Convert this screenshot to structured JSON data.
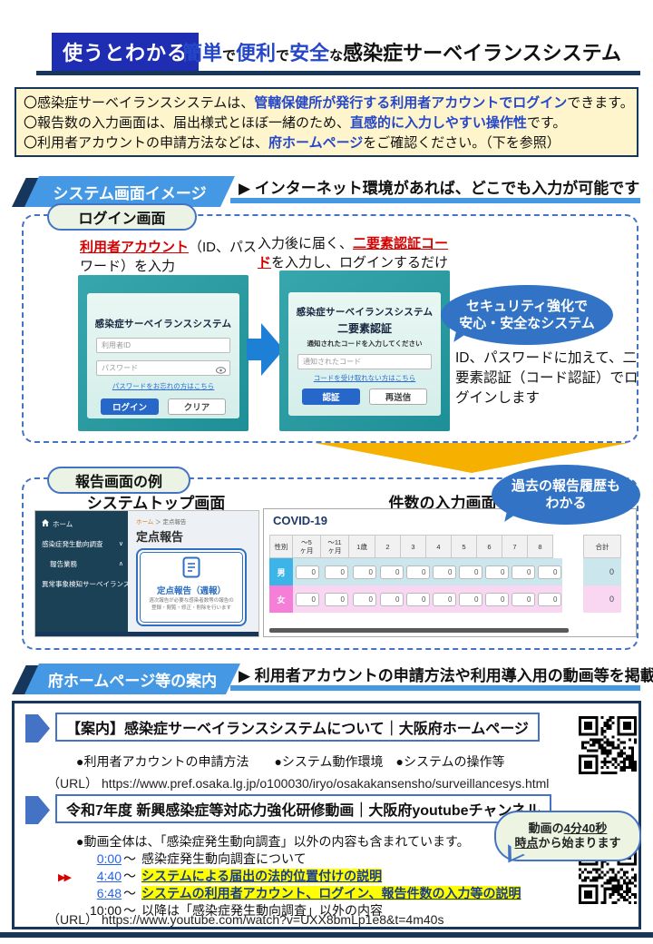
{
  "header": {
    "badge": "使うとわかる",
    "seg_kantan": "簡単",
    "seg_de1": "で",
    "seg_benri": "便利",
    "seg_de2": "で",
    "seg_anzen": "安全",
    "seg_na": "な",
    "seg_main": "感染症サーベイランスシステム"
  },
  "intro": {
    "lines": [
      {
        "pre": "〇感染症サーベイランスシステムは、",
        "hl": "管轄保健所が発行する利用者アカウントでログイン",
        "post": "できます。"
      },
      {
        "pre": "〇報告数の入力画面は、届出様式とほぼ一緒のため、",
        "hl": "直感的に入力しやすい操作性",
        "post": "です。"
      },
      {
        "pre": "〇利用者アカウントの申請方法などは、",
        "hl": "府ホームページ",
        "post": "をご確認ください。（下を参照）"
      }
    ]
  },
  "section_system": {
    "banner": "システム画面イメージ",
    "caption": "▶ インターネット環境があれば、どこでも入力が可能です"
  },
  "login": {
    "pill": "ログイン画面",
    "left_note_hl": "利用者アカウント",
    "left_note_rest": "（ID、パスワード）を入力",
    "right_note_pre": "入力後に届く、",
    "right_note_hl": "二要素認証コード",
    "right_note_post": "を入力し、ログインするだけ",
    "screen1": {
      "title": "感染症サーベイランスシステム",
      "id_placeholder": "利用者ID",
      "pw_placeholder": "パスワード",
      "link": "パスワードをお忘れの方はこちら",
      "login_btn": "ログイン",
      "clear_btn": "クリア"
    },
    "screen2": {
      "title": "感染症サーベイランスシステム",
      "subtitle": "二要素認証",
      "instruction": "通知されたコードを入力してください",
      "code_placeholder": "通知されたコード",
      "link": "コードを受け取れない方はこちら",
      "auth_btn": "認証",
      "resend_btn": "再送信"
    },
    "bubble_line1": "セキュリティ強化で",
    "bubble_line2": "安心・安全なシステム",
    "desc": "ID、パスワードに加えて、二要素認証（コード認証）でログインします"
  },
  "report": {
    "pill": "報告画面の例",
    "left_label": "システムトップ画面",
    "right_label": "件数の入力画面",
    "bubble_line1": "過去の報告履歴も",
    "bubble_line2": "わかる",
    "sidebar": [
      "ホーム",
      "感染症発生動向調査",
      "報告業務",
      "異常事象検知サーベイランス"
    ],
    "icons": {
      "chevron_down": "∨",
      "chevron_up": "∧"
    },
    "breadcrumb_home": "ホーム",
    "breadcrumb_rest": "＞ 定点報告",
    "page_title": "定点報告",
    "card_title": "定点報告（週報）",
    "card_desc1": "週次報告が必要な感染者数等の報告の",
    "card_desc2": "登録・閲覧・修正・削除を行います",
    "table": {
      "title": "COVID-19",
      "headers": [
        "性別",
        "～5\nヶ月",
        "～11\nヶ月",
        "1歳",
        "2",
        "3",
        "4",
        "5",
        "6",
        "7",
        "8"
      ],
      "total_header": "合計",
      "rows": [
        {
          "label": "男",
          "values": [
            0,
            0,
            0,
            0,
            0,
            0,
            0,
            0,
            0,
            0
          ],
          "total": "0"
        },
        {
          "label": "女",
          "values": [
            0,
            0,
            0,
            0,
            0,
            0,
            0,
            0,
            0,
            0
          ],
          "total": "0"
        }
      ]
    }
  },
  "section_hp": {
    "banner": "府ホームページ等の案内",
    "caption": "▶ 利用者アカウントの申請方法や利用導入用の動画等を掲載中！"
  },
  "guide": {
    "item1": {
      "title": "【案内】感染症サーベイランスシステムについて｜大阪府ホームページ",
      "bullets": "●利用者アカウントの申請方法　　●システム動作環境　●システムの操作等",
      "url_label": "（URL）",
      "url": "https://www.pref.osaka.lg.jp/o100030/iryo/osakakansensho/surveillancesys.html"
    },
    "item2": {
      "title": "令和7年度 新興感染症等対応力強化研修動画｜大阪府youtubeチャンネル",
      "note": "●動画全体は、「感染症発生動向調査」以外の内容も含まれています。",
      "timeline": [
        {
          "marker": "",
          "time": "0:00",
          "sep": "～",
          "text": "感染症発生動向調査について"
        },
        {
          "marker": "▶▶",
          "time": "4:40",
          "sep": "～",
          "text": "システムによる届出の法的位置付けの説明"
        },
        {
          "marker": "",
          "time": "6:48",
          "sep": "～",
          "text": "システムの利用者アカウント、ログイン、報告件数の入力等の説明"
        },
        {
          "marker": "",
          "time": "10:00",
          "sep": "～",
          "text": "以降は「感染症発生動向調査」以外の内容"
        }
      ],
      "url_label": "（URL）",
      "url": "https://www.youtube.com/watch?v=UXX8bmLp1e8&t=4m40s",
      "bubble_pre": "動画の",
      "bubble_u1": "4分40秒",
      "bubble_u2": "時点",
      "bubble_post": "から始まります"
    }
  }
}
